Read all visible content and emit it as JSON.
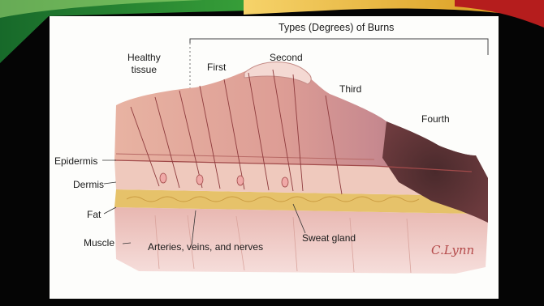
{
  "slide": {
    "banner_colors": {
      "green_dark": "#1c7a2a",
      "green_light": "#6fc63c",
      "gold": "#e0a91f",
      "red": "#b91c1c"
    }
  },
  "figure": {
    "title": "Types (Degrees) of Burns",
    "degrees": {
      "healthy": "Healthy",
      "healthy_2": "tissue",
      "first": "First",
      "second": "Second",
      "third": "Third",
      "fourth": "Fourth"
    },
    "layers": {
      "epidermis": "Epidermis",
      "dermis": "Dermis",
      "fat": "Fat",
      "muscle": "Muscle"
    },
    "structures": {
      "arteries": "Arteries, veins, and nerves",
      "sweat_gland": "Sweat gland"
    },
    "signature": "C.Lynn"
  }
}
